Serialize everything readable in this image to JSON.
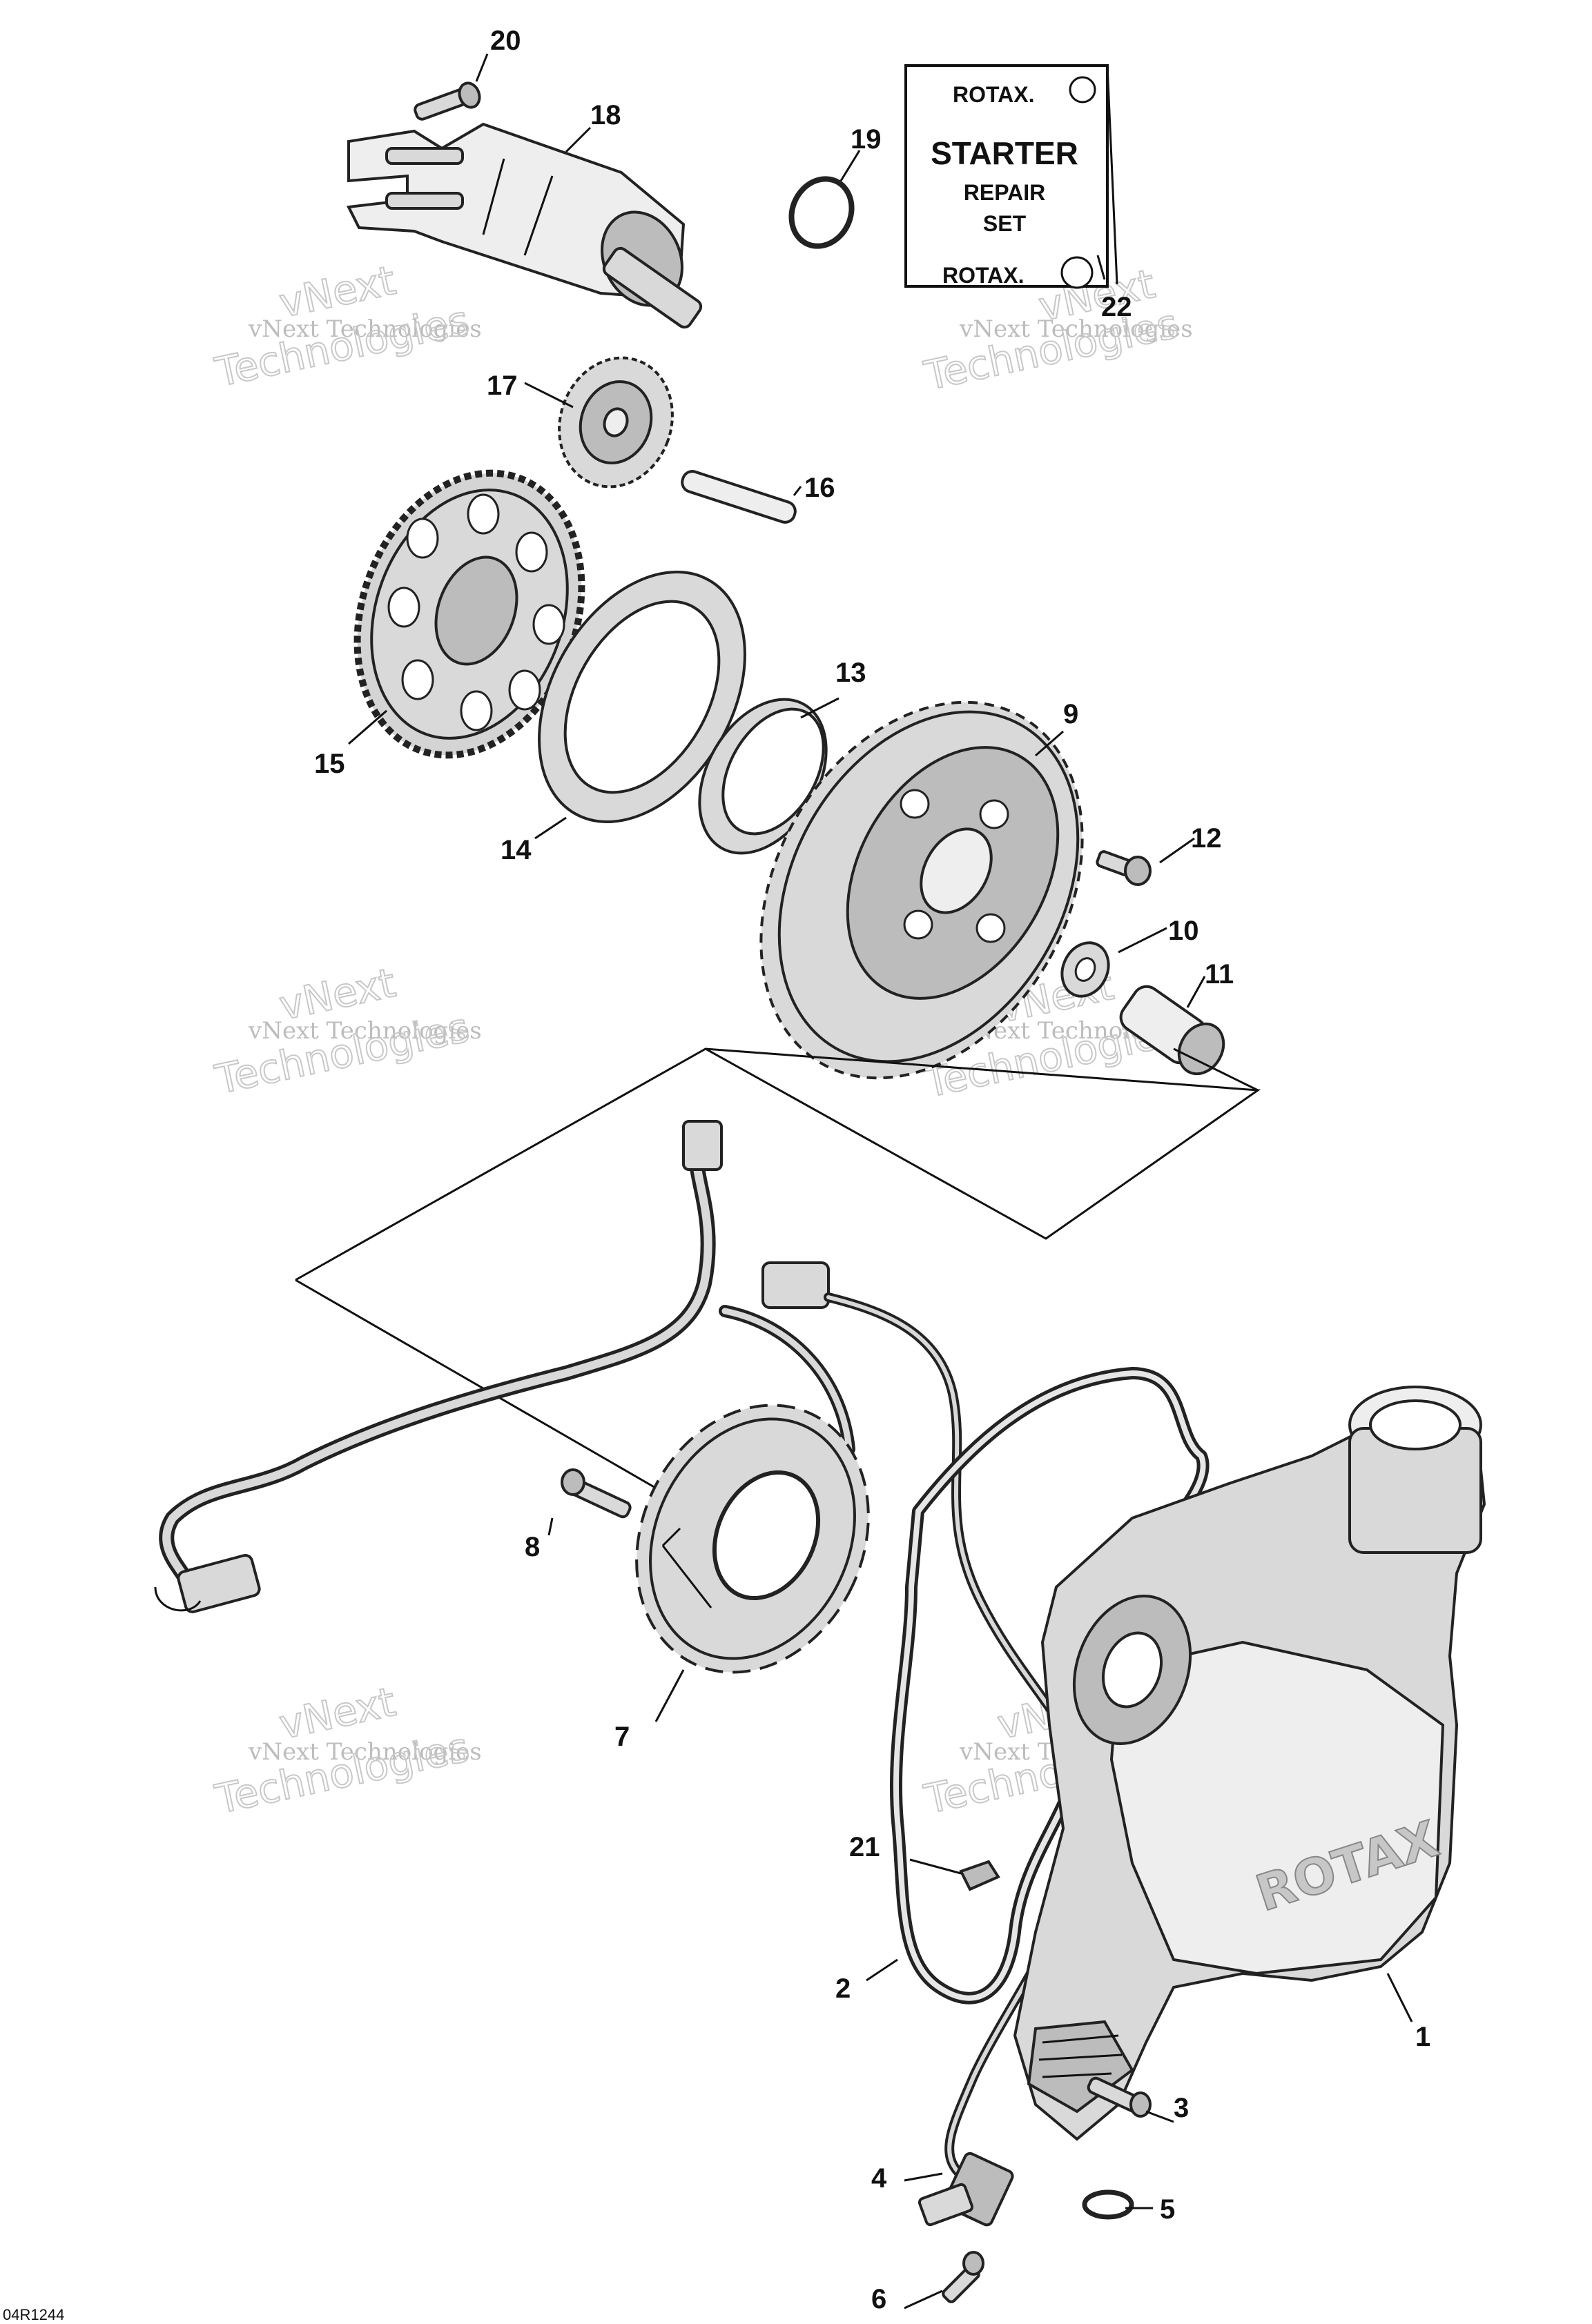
{
  "diagram": {
    "reference": "04R1244",
    "watermark": {
      "line1": "vNext Technologies",
      "line2": "Technologies",
      "line3": "vNext"
    },
    "repair_card": {
      "brand_top": "ROTAX.",
      "line1": "STARTER",
      "line2": "REPAIR",
      "line3": "SET",
      "brand_bottom": "ROTAX."
    },
    "callouts": [
      "1",
      "2",
      "3",
      "4",
      "5",
      "6",
      "7",
      "8",
      "9",
      "10",
      "11",
      "12",
      "13",
      "14",
      "15",
      "16",
      "17",
      "18",
      "19",
      "20",
      "21",
      "22"
    ],
    "cover_logo": "ROTAX",
    "colors": {
      "line": "#111111",
      "part_fill": "#d9d9d9",
      "watermark": "#bdbdbd"
    }
  }
}
